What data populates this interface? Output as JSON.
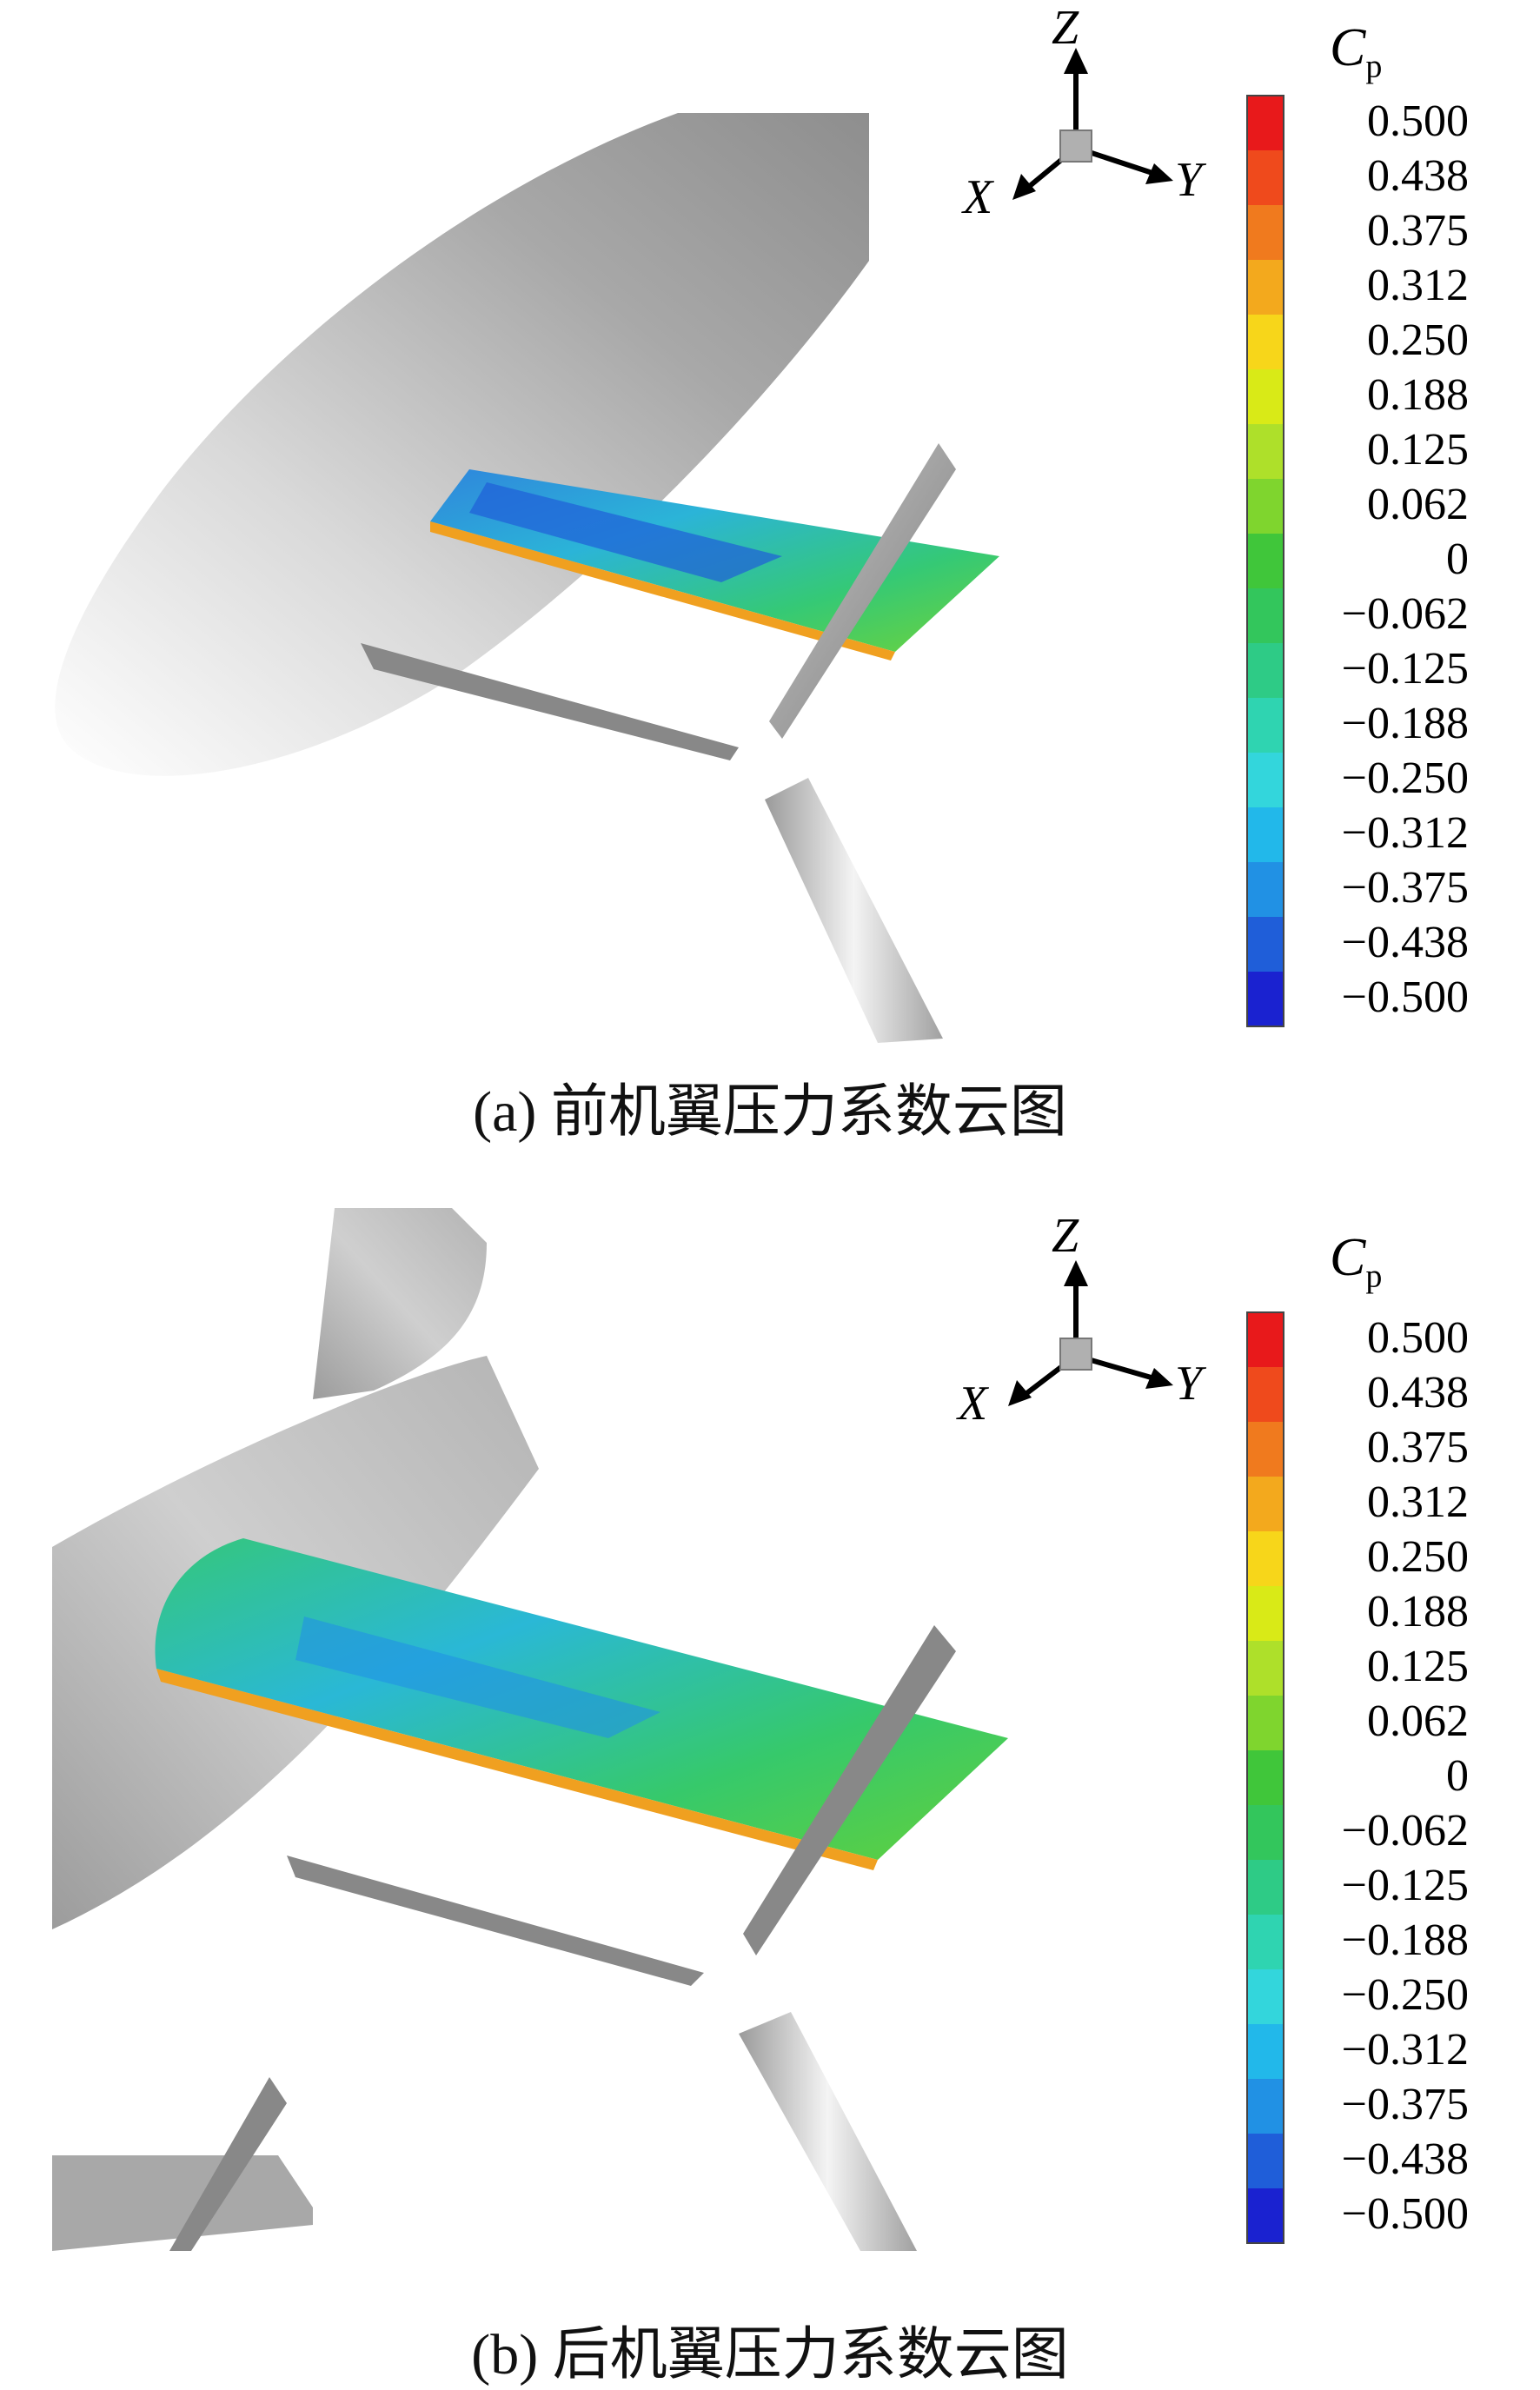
{
  "figure": {
    "panels": [
      {
        "id": "a",
        "caption": "(a) 前机翼压力系数云图",
        "legend_title": "C",
        "legend_title_sub": "p",
        "axes": {
          "z": "Z",
          "x": "X",
          "y": "Y"
        }
      },
      {
        "id": "b",
        "caption": "(b) 后机翼压力系数云图",
        "legend_title": "C",
        "legend_title_sub": "p",
        "axes": {
          "z": "Z",
          "x": "X",
          "y": "Y"
        }
      }
    ],
    "colorbar": {
      "labels": [
        "0.500",
        "0.438",
        "0.375",
        "0.312",
        "0.250",
        "0.188",
        "0.125",
        "0.062",
        "0",
        "−0.062",
        "−0.125",
        "−0.188",
        "−0.250",
        "−0.312",
        "−0.375",
        "−0.438",
        "−0.500"
      ],
      "colors": [
        "#e8191b",
        "#ef4a1c",
        "#f07a1e",
        "#f3a91d",
        "#f7d61a",
        "#d9ea17",
        "#aee02a",
        "#7fd52e",
        "#40c63a",
        "#33c65c",
        "#2ecb86",
        "#2fd4b1",
        "#33d6dc",
        "#22b8ea",
        "#2191e4",
        "#1f5ed9",
        "#1a22d0"
      ]
    },
    "colors": {
      "fuselage": "#bdbdbd",
      "background": "#ffffff"
    }
  }
}
